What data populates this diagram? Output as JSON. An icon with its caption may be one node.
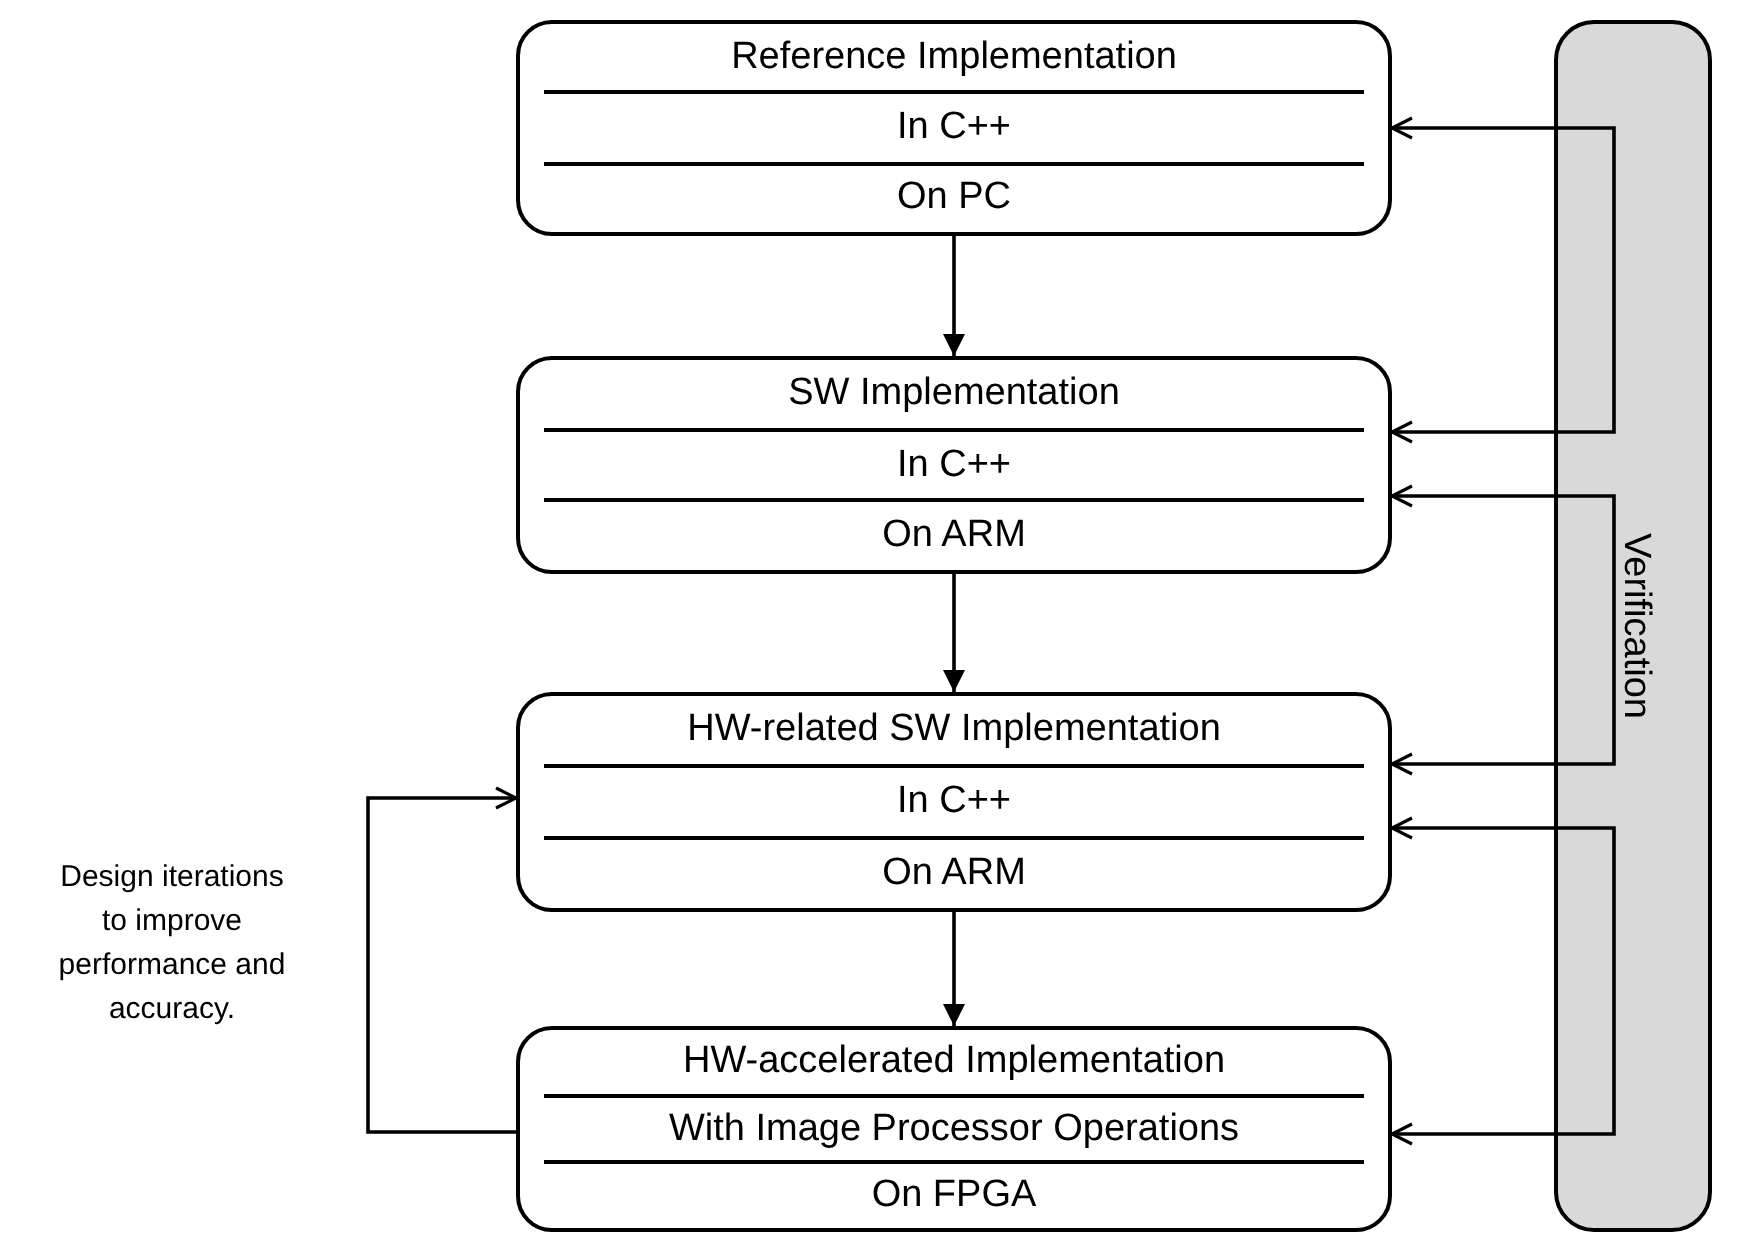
{
  "diagram": {
    "nodes": [
      {
        "text": [
          "Reference Implementation",
          "In C++",
          "On PC"
        ]
      },
      {
        "text": [
          "SW Implementation",
          "In C++",
          "On ARM"
        ]
      },
      {
        "text": [
          "HW-related SW Implementation",
          "In C++",
          "On ARM"
        ]
      },
      {
        "text": [
          "HW-accelerated Implementation",
          "With Image Processor Operations",
          "On FPGA"
        ]
      },
      {
        "text": [
          "Verification"
        ]
      }
    ],
    "edges": [
      {
        "from": 0,
        "to": 1,
        "arrow": "to"
      },
      {
        "from": 1,
        "to": 2,
        "arrow": "to"
      },
      {
        "from": 2,
        "to": 3,
        "arrow": "to"
      },
      {
        "from": 4,
        "to": 0,
        "arrow": "to"
      },
      {
        "from": 4,
        "to": 1,
        "arrow": "to"
      },
      {
        "from": 4,
        "to": 1,
        "arrow": "to"
      },
      {
        "from": 4,
        "to": 2,
        "arrow": "to"
      },
      {
        "from": 4,
        "to": 2,
        "arrow": "to"
      },
      {
        "from": 4,
        "to": 3,
        "arrow": "to"
      },
      {
        "from": 3,
        "to": 2,
        "arrow": "to"
      }
    ],
    "labels": [
      "Design iterations to improve performance and accuracy."
    ]
  }
}
